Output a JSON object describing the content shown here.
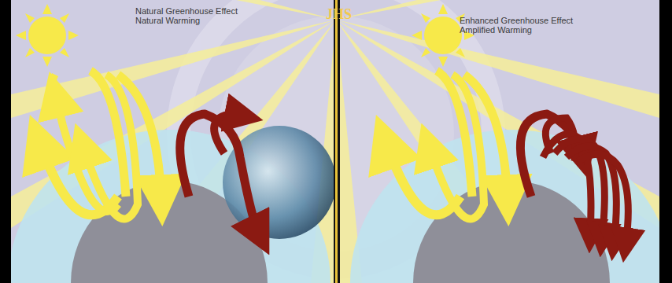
{
  "diagram": {
    "labels": [
      "Natural Greenhouse Effect",
      "Natural Warming",
      "Enhanced Greenhouse Effect",
      "Amplified Warming",
      "JHS"
    ]
  }
}
